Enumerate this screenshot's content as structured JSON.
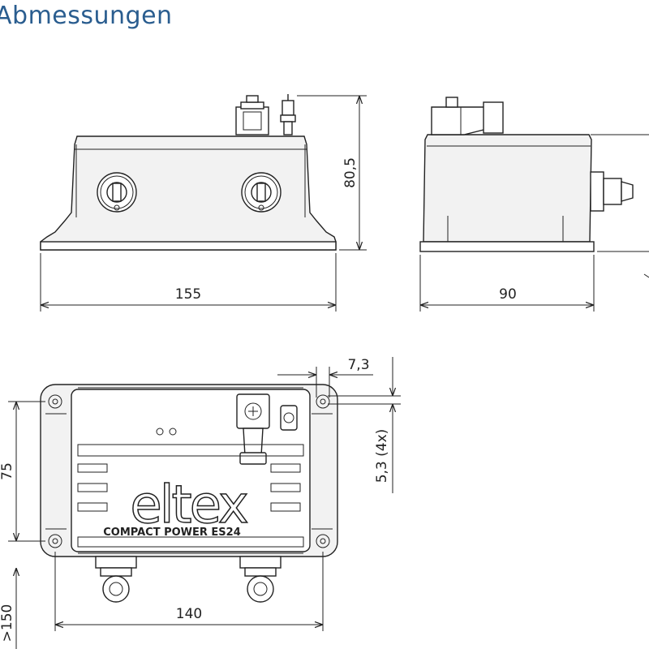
{
  "title": "Abmessungen",
  "dimensions": {
    "front_width": "155",
    "front_height": "80,5",
    "side_depth": "90",
    "top_width": "140",
    "top_height": "75",
    "hole_offset": "7,3",
    "hole_diameter": "5,3 (4x)",
    "clearance": ">150"
  },
  "label": {
    "brand": "eltex",
    "model": "COMPACT POWER ES24"
  },
  "colors": {
    "title": "#2a5d8f",
    "line": "#222222",
    "body": "#f2f2f2"
  }
}
